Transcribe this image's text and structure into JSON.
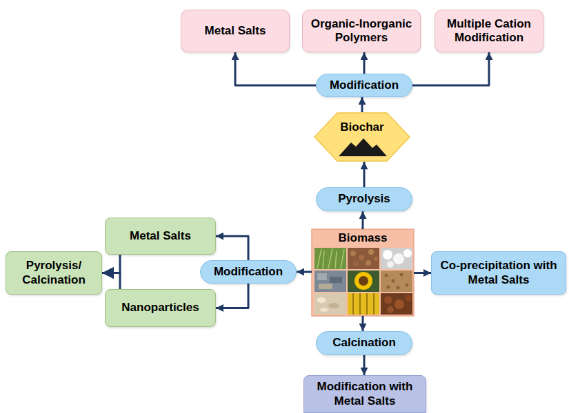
{
  "diagram": {
    "nodes": [
      {
        "text": [
          "Metal Salts"
        ]
      },
      {
        "text": [
          "Organic-Inorganic Polymers"
        ]
      },
      {
        "text": [
          "Multiple Cation Modification"
        ]
      },
      {
        "text": [
          "Modification"
        ]
      },
      {
        "text": [
          "Biochar"
        ]
      },
      {
        "text": [
          "Pyrolysis"
        ]
      },
      {
        "text": [
          "Metal Salts"
        ]
      },
      {
        "text": [
          "Modification"
        ]
      },
      {
        "text": [
          "Biomass"
        ]
      },
      {
        "text": [
          "Co-precipitation with Metal Salts"
        ]
      },
      {
        "text": [
          "Pyrolysis/ Calcination"
        ]
      },
      {
        "text": [
          "Nanoparticles"
        ]
      },
      {
        "text": [
          "Calcination"
        ]
      },
      {
        "text": [
          "Modification with Metal Salts"
        ]
      }
    ],
    "edges": [
      {
        "from": 3,
        "to": 0,
        "arrow": "to"
      },
      {
        "from": 3,
        "to": 1,
        "arrow": "to"
      },
      {
        "from": 3,
        "to": 2,
        "arrow": "to"
      },
      {
        "from": 4,
        "to": 3,
        "arrow": "to"
      },
      {
        "from": 5,
        "to": 4,
        "arrow": "to"
      },
      {
        "from": 8,
        "to": 5,
        "arrow": "to"
      },
      {
        "from": 8,
        "to": 7,
        "arrow": "to"
      },
      {
        "from": 7,
        "to": 6,
        "arrow": "to"
      },
      {
        "from": 7,
        "to": 11,
        "arrow": "to"
      },
      {
        "from": 8,
        "to": 9,
        "arrow": "to"
      },
      {
        "from": 8,
        "to": 12,
        "arrow": "to"
      },
      {
        "from": 12,
        "to": 13,
        "arrow": "to"
      },
      {
        "from": 6,
        "to": 10,
        "arrow": "to"
      },
      {
        "from": 11,
        "to": 10,
        "arrow": "to"
      }
    ]
  }
}
